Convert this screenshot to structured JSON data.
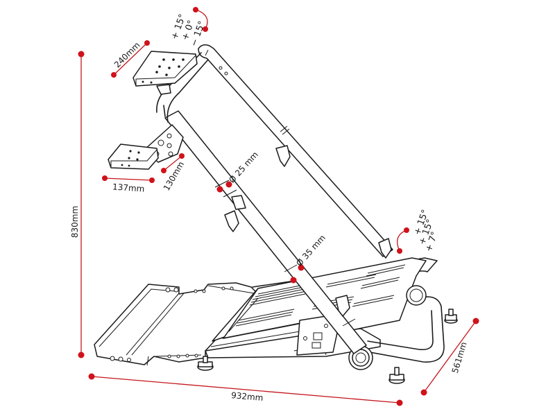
{
  "dimensions": {
    "height": "830mm",
    "width": "932mm",
    "depth": "561mm",
    "pedal_plate_width": "240mm",
    "shifter_plate_width": "137mm",
    "shifter_plate_depth": "130mm",
    "upper_tube_diameter": "Ø 25 mm",
    "lower_tube_diameter": "Ø 35 mm"
  },
  "angles": {
    "wheel_plate": [
      "+ 15°",
      "+ 0°",
      "− 15°"
    ],
    "pedal_plate": [
      "+ 15°",
      "+ 15°",
      "+ 7°"
    ]
  },
  "colors": {
    "dimension_red": "#c4161c",
    "line_black": "#1a1a1a",
    "background": "#ffffff"
  }
}
